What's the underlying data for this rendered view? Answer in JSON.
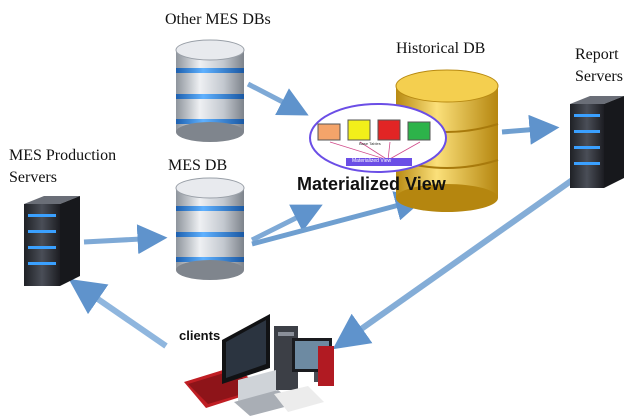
{
  "labels": {
    "other_mes_dbs": "Other MES DBs",
    "historical_db": "Historical DB",
    "report_servers_line1": "Report",
    "report_servers_line2": "Servers",
    "mes_production_line1": "MES Production",
    "mes_production_line2": "Servers",
    "mes_db": "MES DB",
    "materialized_view": "Materialized View",
    "clients": "clients",
    "inset_base_tables": "Base Tables",
    "inset_materialized_view": "Materialized View"
  },
  "colors": {
    "arrow": "#6f9fd0",
    "db_silver": "#c8ccd2",
    "db_band": "#2f7fd6",
    "historical_gold": "#e6b830",
    "server_dark": "#2b2d33",
    "server_led": "#3aa0ff",
    "inset_view_bar": "#6b4ee6"
  },
  "icons": {
    "other_mes_dbs": "database-icon",
    "mes_db": "database-icon",
    "historical_db": "database-icon",
    "mes_production_servers": "server-tower-icon",
    "report_servers": "server-tower-icon",
    "clients": "computers-icon"
  }
}
